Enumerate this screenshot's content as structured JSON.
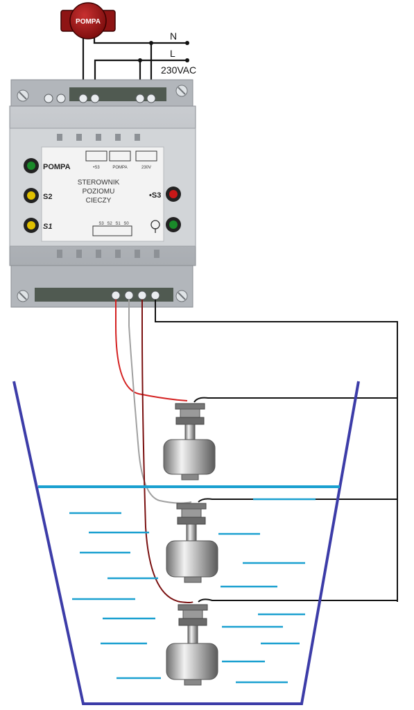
{
  "pump": {
    "label": "POMPA"
  },
  "mains": {
    "n_label": "N",
    "l_label": "L",
    "voltage_label": "230VAC"
  },
  "controller": {
    "title_lines": [
      "STEROWNIK",
      "POZIOMU",
      "CIECZY"
    ],
    "led_labels": {
      "pompa": "POMPA",
      "s2": "S2",
      "s1": "S1",
      "s3": "S3"
    },
    "terminal_labels": {
      "s3": "S3",
      "pompa": "POMPA",
      "mains": "230V"
    },
    "bottom_terminal_labels": [
      "S3",
      "S2",
      "S1",
      "S0"
    ]
  },
  "colors": {
    "tank": "#3c3ca8",
    "water": "#1aa0d0",
    "wire_red": "#d42020",
    "wire_gray": "#a0a0a0",
    "wire_darkred": "#7a1010",
    "wire_black": "#111111",
    "pump_body": "#a01a1a",
    "led_green": "#1a8a2a",
    "led_yellow": "#e0c000",
    "led_red": "#c81818"
  },
  "icons": {
    "power": "power-icon"
  }
}
